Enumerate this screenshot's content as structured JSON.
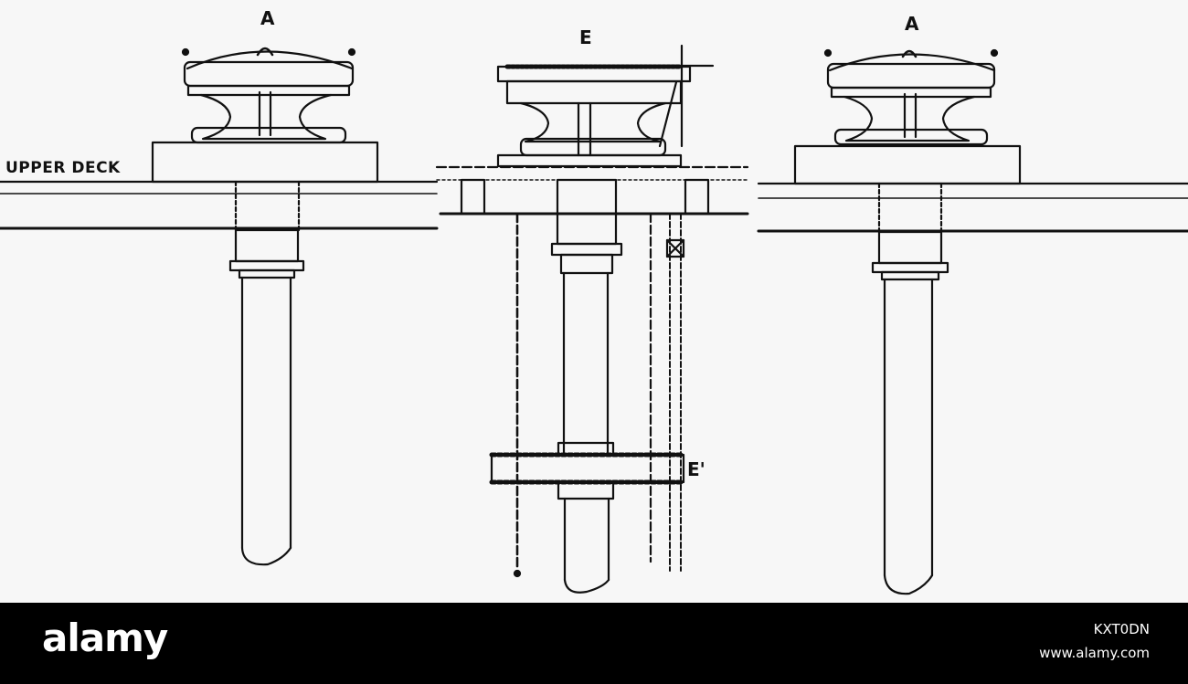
{
  "figure": {
    "labels": {
      "upper_deck": "UPPER DECK",
      "capstan_left": "A",
      "capstan_center": "E",
      "capstan_right": "A",
      "gear": "E'"
    }
  },
  "watermark_bar": {
    "brand": "alamy",
    "image_id": "KXT0DN",
    "site": "www.alamy.com"
  },
  "colors": {
    "ink": "#111111",
    "paper": "#f7f7f7",
    "bar": "#000000",
    "bar_text": "#ffffff"
  }
}
